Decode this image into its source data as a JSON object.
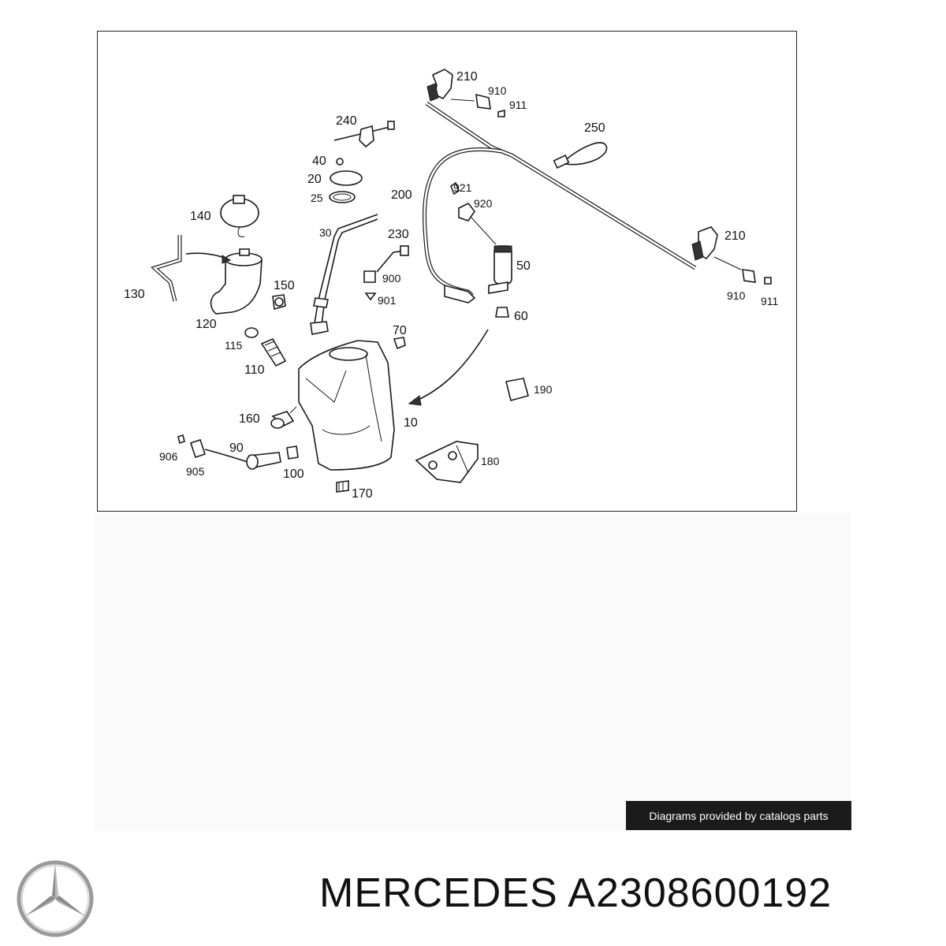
{
  "diagram": {
    "labels": {
      "l210a": "210",
      "l910a": "910",
      "l911a": "911",
      "l250": "250",
      "l240": "240",
      "l40": "40",
      "l20": "20",
      "l25": "25",
      "l200": "200",
      "l921": "921",
      "l920": "920",
      "l140": "140",
      "l30": "30",
      "l230": "230",
      "l210b": "210",
      "l50": "50",
      "l130": "130",
      "l150": "150",
      "l900": "900",
      "l901": "901",
      "l910b": "910",
      "l911b": "911",
      "l120": "120",
      "l60": "60",
      "l115": "115",
      "l70": "70",
      "l110": "110",
      "l190": "190",
      "l160": "160",
      "l10": "10",
      "l906": "906",
      "l90": "90",
      "l905": "905",
      "l100": "100",
      "l180": "180",
      "l170": "170"
    }
  },
  "credit_text": "Diagrams provided by catalogs parts",
  "brand": {
    "name": "MERCEDES",
    "part_number": "A2308600192",
    "logo_icon": "mercedes-star-icon"
  }
}
